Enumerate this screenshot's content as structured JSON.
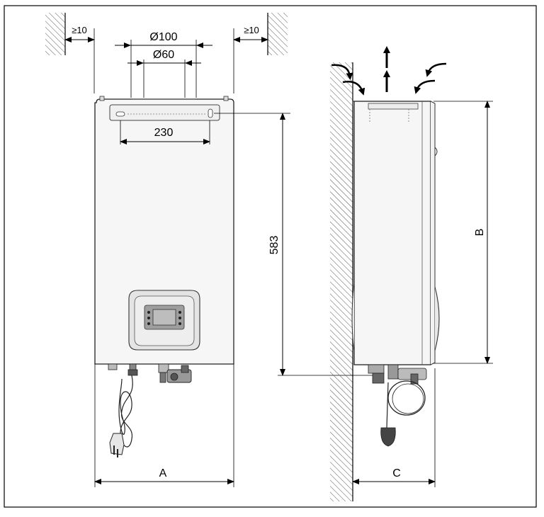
{
  "diagram": {
    "dimensions": {
      "left_clearance": "≥10",
      "right_clearance": "≥10",
      "outer_diameter": "Ø100",
      "inner_diameter": "Ø60",
      "bracket_width": "230",
      "vertical_distance": "583",
      "width_label": "A",
      "height_label": "B",
      "depth_label": "C"
    },
    "colors": {
      "line": "#000000",
      "body_fill": "#f6f6f6",
      "hatch": "#555555",
      "panel_fill": "#e4e4e4",
      "display_fill": "#b9b9b9"
    }
  }
}
